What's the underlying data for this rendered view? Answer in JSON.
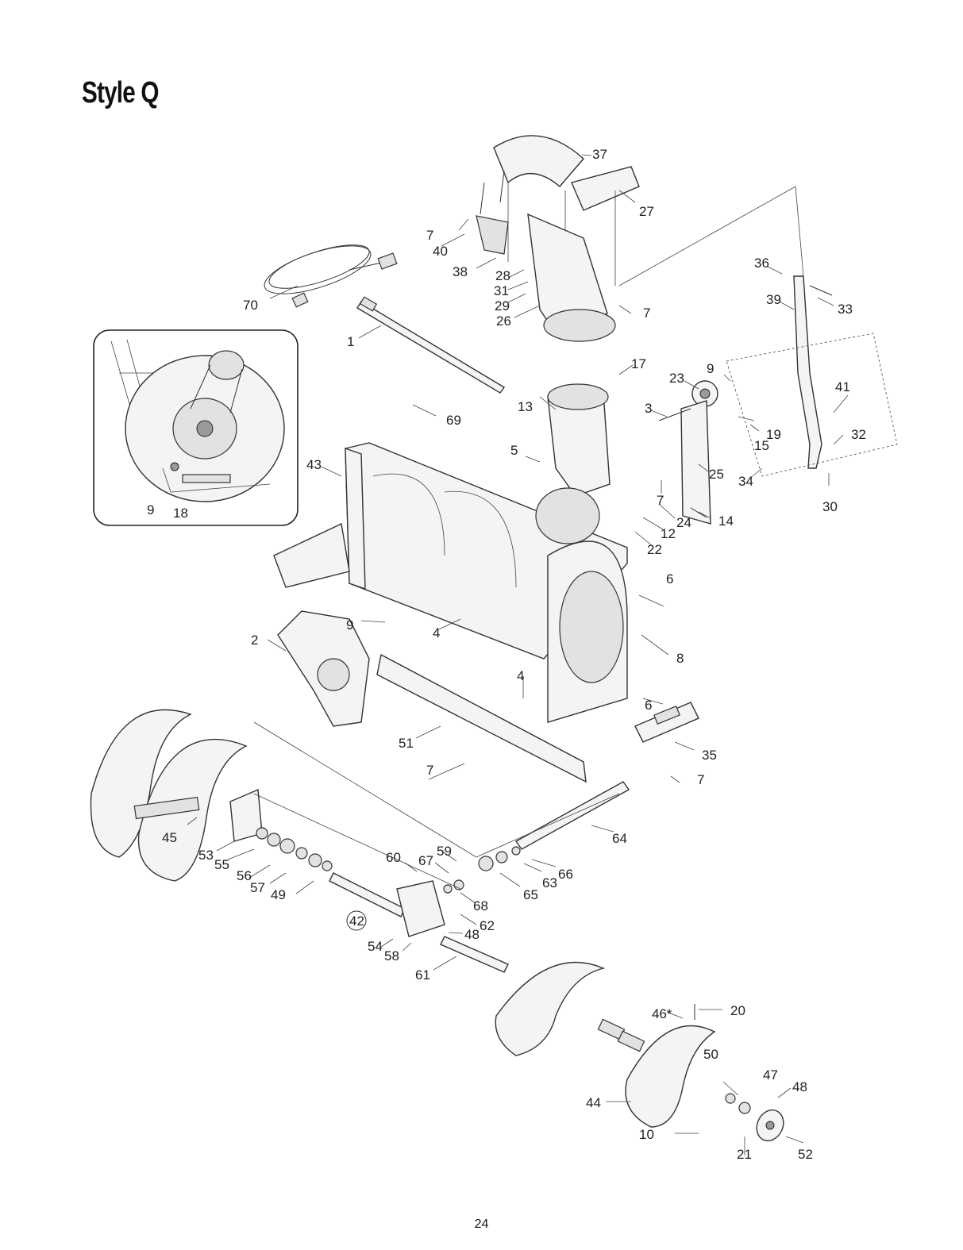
{
  "title": "Style Q",
  "page_number": "24",
  "callouts": [
    {
      "id": "37",
      "text": "37"
    },
    {
      "id": "27",
      "text": "27"
    },
    {
      "id": "7a",
      "text": "7"
    },
    {
      "id": "40",
      "text": "40"
    },
    {
      "id": "38",
      "text": "38"
    },
    {
      "id": "28",
      "text": "28"
    },
    {
      "id": "31",
      "text": "31"
    },
    {
      "id": "29",
      "text": "29"
    },
    {
      "id": "26",
      "text": "26"
    },
    {
      "id": "7b",
      "text": "7"
    },
    {
      "id": "36",
      "text": "36"
    },
    {
      "id": "39",
      "text": "39"
    },
    {
      "id": "33",
      "text": "33"
    },
    {
      "id": "70",
      "text": "70"
    },
    {
      "id": "1",
      "text": "1"
    },
    {
      "id": "17",
      "text": "17"
    },
    {
      "id": "9a",
      "text": "9"
    },
    {
      "id": "23",
      "text": "23"
    },
    {
      "id": "69",
      "text": "69"
    },
    {
      "id": "13",
      "text": "13"
    },
    {
      "id": "3",
      "text": "3"
    },
    {
      "id": "41",
      "text": "41"
    },
    {
      "id": "32",
      "text": "32"
    },
    {
      "id": "19",
      "text": "19"
    },
    {
      "id": "15",
      "text": "15"
    },
    {
      "id": "5",
      "text": "5"
    },
    {
      "id": "25",
      "text": "25"
    },
    {
      "id": "34",
      "text": "34"
    },
    {
      "id": "30",
      "text": "30"
    },
    {
      "id": "43",
      "text": "43"
    },
    {
      "id": "7c",
      "text": "7"
    },
    {
      "id": "24",
      "text": "24"
    },
    {
      "id": "14",
      "text": "14"
    },
    {
      "id": "12",
      "text": "12"
    },
    {
      "id": "22",
      "text": "22"
    },
    {
      "id": "9b",
      "text": "9"
    },
    {
      "id": "18",
      "text": "18"
    },
    {
      "id": "6a",
      "text": "6"
    },
    {
      "id": "9c",
      "text": "9"
    },
    {
      "id": "4a",
      "text": "4"
    },
    {
      "id": "2",
      "text": "2"
    },
    {
      "id": "8",
      "text": "8"
    },
    {
      "id": "4b",
      "text": "4"
    },
    {
      "id": "6b",
      "text": "6"
    },
    {
      "id": "51",
      "text": "51"
    },
    {
      "id": "35",
      "text": "35"
    },
    {
      "id": "7d",
      "text": "7"
    },
    {
      "id": "7e",
      "text": "7"
    },
    {
      "id": "45",
      "text": "45"
    },
    {
      "id": "64",
      "text": "64"
    },
    {
      "id": "53",
      "text": "53"
    },
    {
      "id": "59",
      "text": "59"
    },
    {
      "id": "66",
      "text": "66"
    },
    {
      "id": "55",
      "text": "55"
    },
    {
      "id": "60",
      "text": "60"
    },
    {
      "id": "67",
      "text": "67"
    },
    {
      "id": "63",
      "text": "63"
    },
    {
      "id": "56",
      "text": "56"
    },
    {
      "id": "57",
      "text": "57"
    },
    {
      "id": "65",
      "text": "65"
    },
    {
      "id": "49",
      "text": "49"
    },
    {
      "id": "68",
      "text": "68"
    },
    {
      "id": "62",
      "text": "62"
    },
    {
      "id": "42",
      "text": "42"
    },
    {
      "id": "48a",
      "text": "48"
    },
    {
      "id": "54",
      "text": "54"
    },
    {
      "id": "58",
      "text": "58"
    },
    {
      "id": "61",
      "text": "61"
    },
    {
      "id": "46",
      "text": "46*"
    },
    {
      "id": "20",
      "text": "20"
    },
    {
      "id": "50",
      "text": "50"
    },
    {
      "id": "47",
      "text": "47"
    },
    {
      "id": "48b",
      "text": "48"
    },
    {
      "id": "44",
      "text": "44"
    },
    {
      "id": "10",
      "text": "10"
    },
    {
      "id": "21",
      "text": "21"
    },
    {
      "id": "52",
      "text": "52"
    }
  ]
}
